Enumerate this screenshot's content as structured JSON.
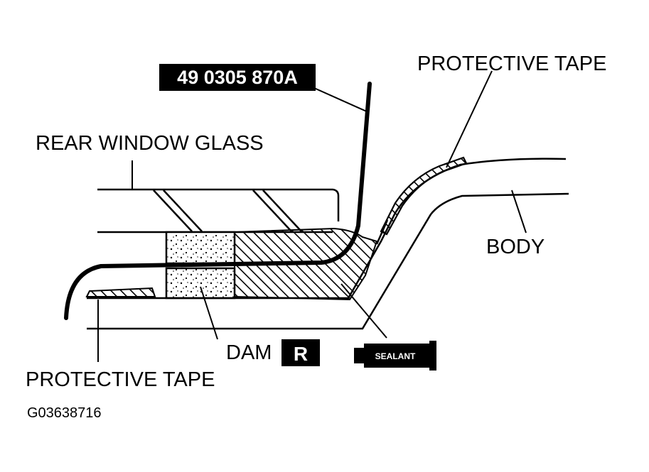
{
  "diagram": {
    "tool_number": "49 0305 870A",
    "labels": {
      "rear_window_glass": "REAR WINDOW GLASS",
      "protective_tape_top": "PROTECTIVE TAPE",
      "body": "BODY",
      "dam": "DAM",
      "protective_tape_bottom": "PROTECTIVE TAPE"
    },
    "replace_badge": "R",
    "sealant_tube_label": "SEALANT",
    "figure_code": "G03638716",
    "colors": {
      "ink": "#000000",
      "paper": "#ffffff"
    }
  }
}
